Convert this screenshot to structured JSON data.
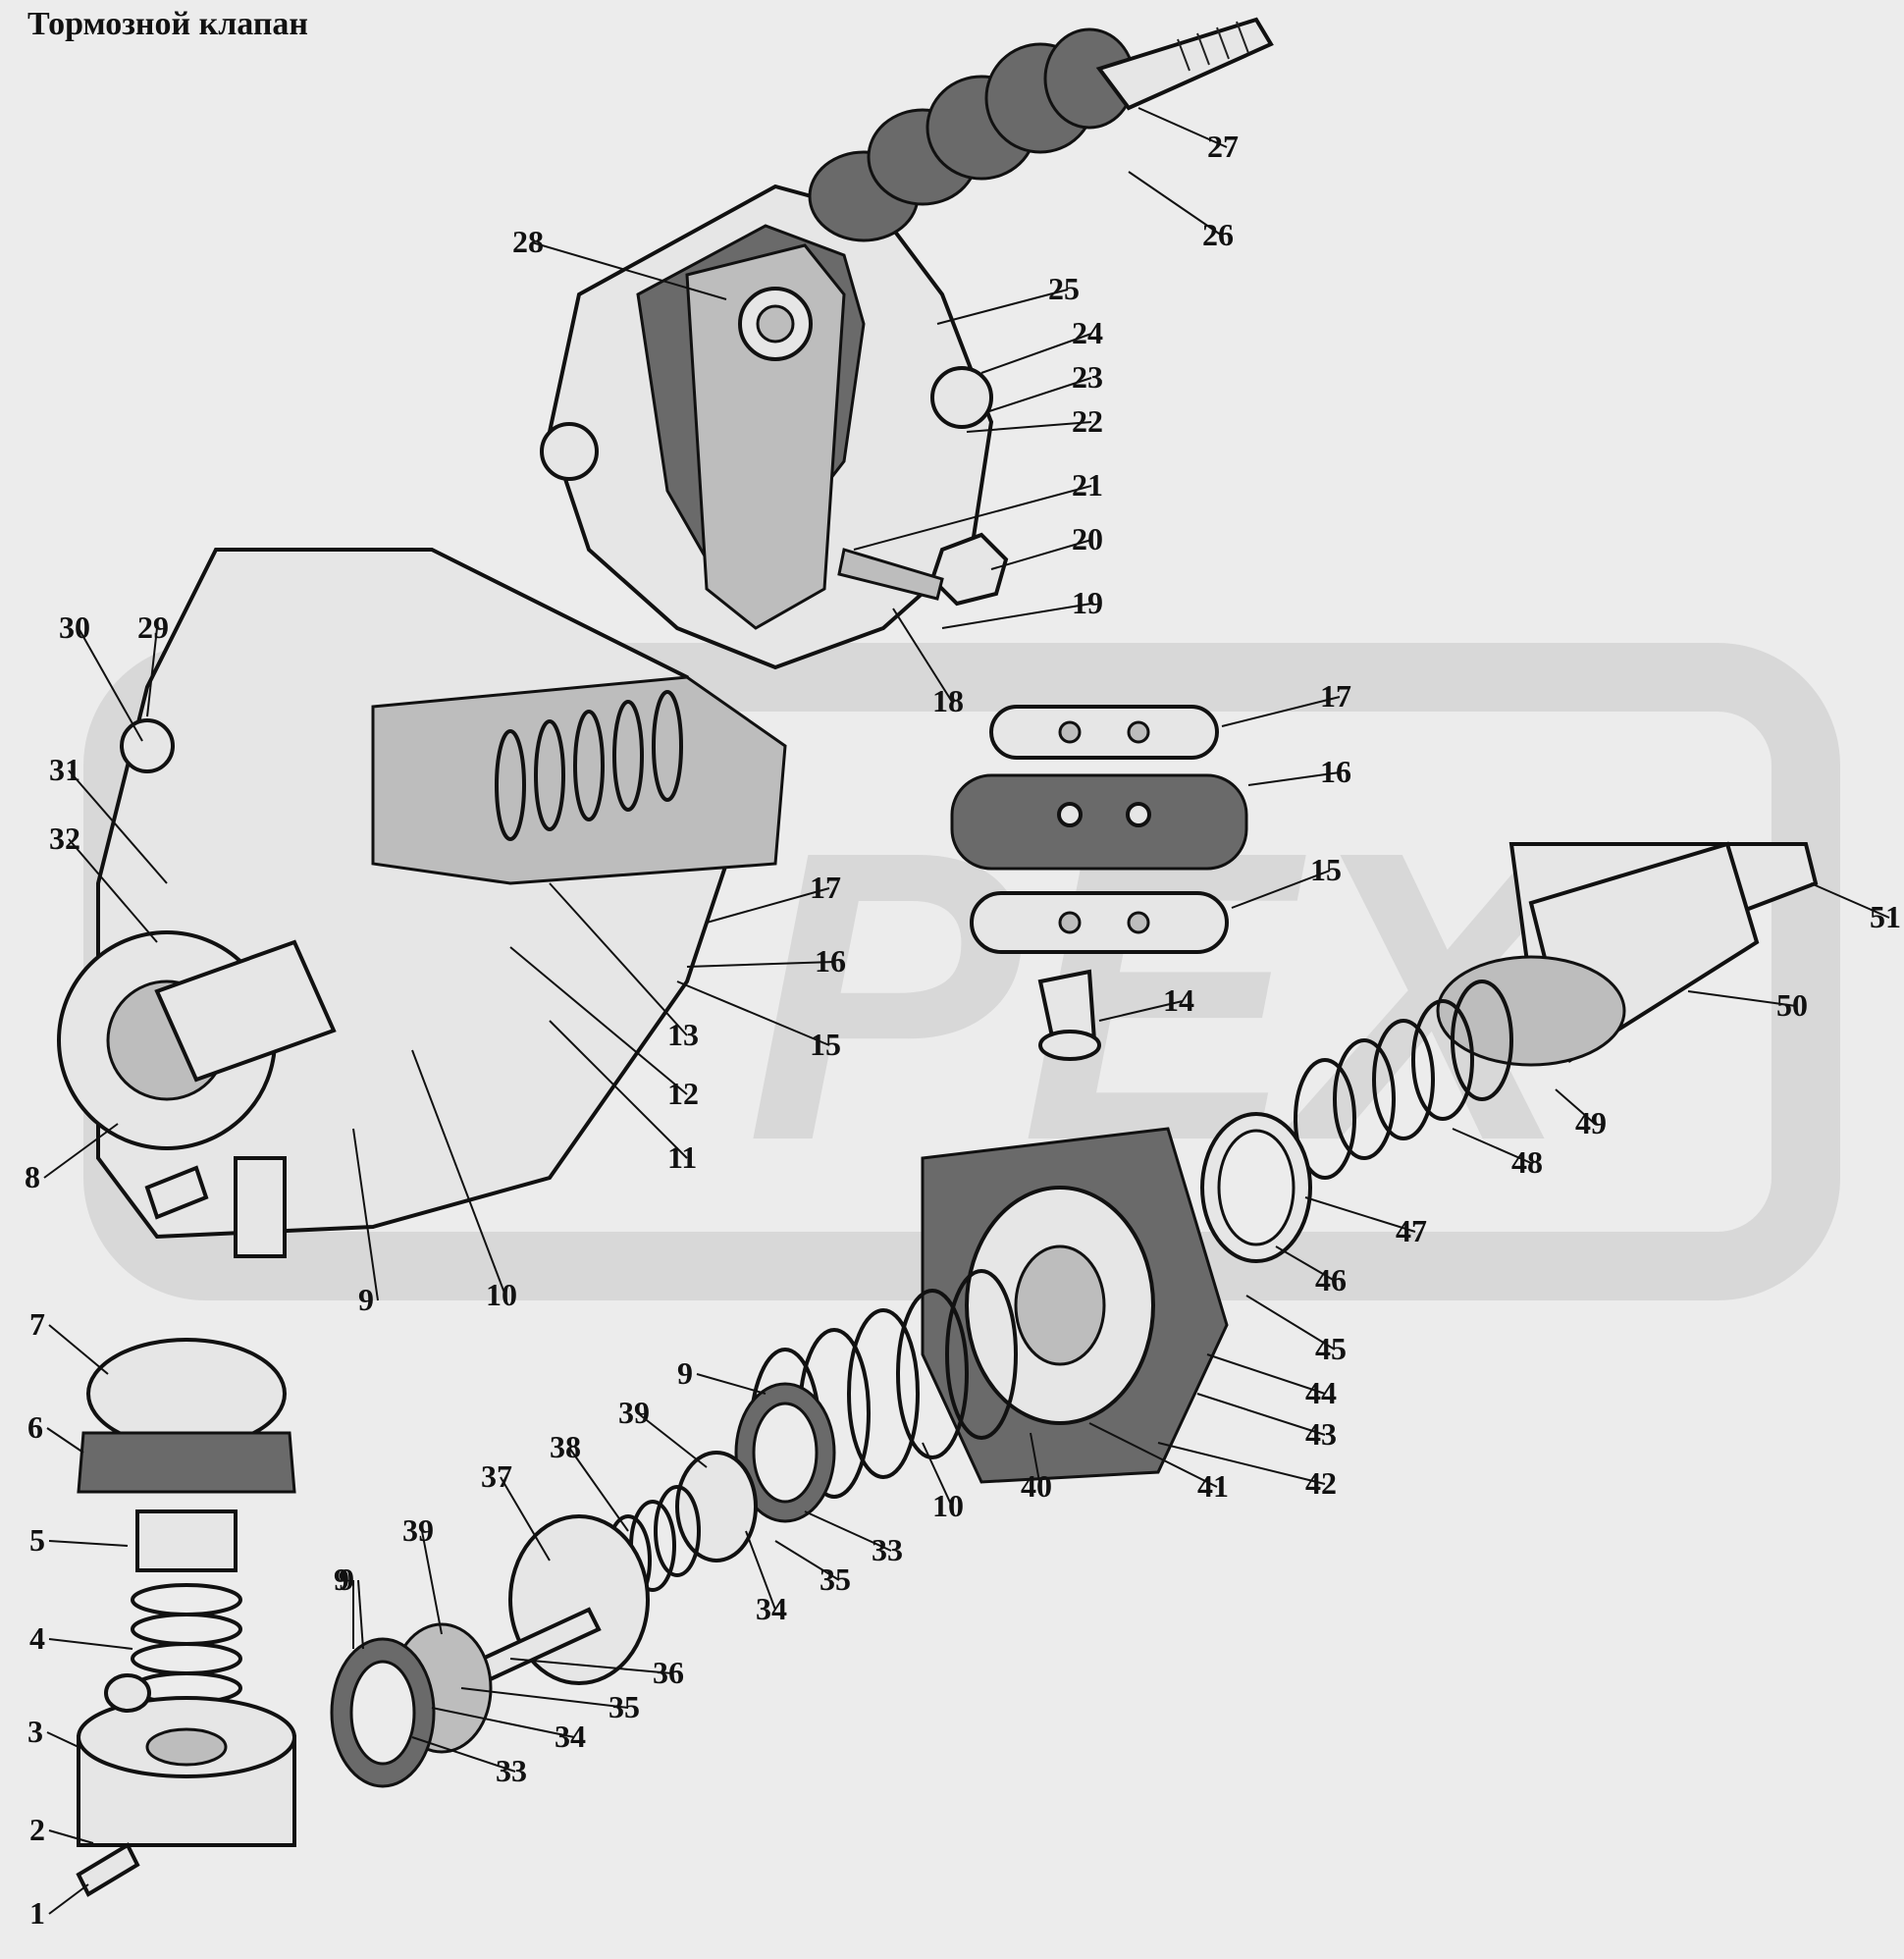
{
  "title": "Тормозной клапан",
  "watermark": "РЕХ",
  "colors": {
    "background": "#ececec",
    "ink": "#111111",
    "watermark": "#cfcfcf"
  },
  "callouts": [
    {
      "id": "c1",
      "label": "1"
    },
    {
      "id": "c2",
      "label": "2"
    },
    {
      "id": "c3",
      "label": "3"
    },
    {
      "id": "c4",
      "label": "4"
    },
    {
      "id": "c5",
      "label": "5"
    },
    {
      "id": "c6",
      "label": "6"
    },
    {
      "id": "c7",
      "label": "7"
    },
    {
      "id": "c8",
      "label": "8"
    },
    {
      "id": "c9a",
      "label": "9"
    },
    {
      "id": "c10a",
      "label": "10"
    },
    {
      "id": "c11",
      "label": "11"
    },
    {
      "id": "c12",
      "label": "12"
    },
    {
      "id": "c13",
      "label": "13"
    },
    {
      "id": "c15a",
      "label": "15"
    },
    {
      "id": "c16a",
      "label": "16"
    },
    {
      "id": "c17a",
      "label": "17"
    },
    {
      "id": "c18",
      "label": "18"
    },
    {
      "id": "c19",
      "label": "19"
    },
    {
      "id": "c20",
      "label": "20"
    },
    {
      "id": "c21",
      "label": "21"
    },
    {
      "id": "c22",
      "label": "22"
    },
    {
      "id": "c23",
      "label": "23"
    },
    {
      "id": "c24",
      "label": "24"
    },
    {
      "id": "c25",
      "label": "25"
    },
    {
      "id": "c26",
      "label": "26"
    },
    {
      "id": "c27",
      "label": "27"
    },
    {
      "id": "c28",
      "label": "28"
    },
    {
      "id": "c29",
      "label": "29"
    },
    {
      "id": "c30",
      "label": "30"
    },
    {
      "id": "c31",
      "label": "31"
    },
    {
      "id": "c32",
      "label": "32"
    },
    {
      "id": "c17b",
      "label": "17"
    },
    {
      "id": "c16b",
      "label": "16"
    },
    {
      "id": "c15b",
      "label": "15"
    },
    {
      "id": "c14",
      "label": "14"
    },
    {
      "id": "c51",
      "label": "51"
    },
    {
      "id": "c50",
      "label": "50"
    },
    {
      "id": "c49",
      "label": "49"
    },
    {
      "id": "c48",
      "label": "48"
    },
    {
      "id": "c47",
      "label": "47"
    },
    {
      "id": "c46",
      "label": "46"
    },
    {
      "id": "c45",
      "label": "45"
    },
    {
      "id": "c44",
      "label": "44"
    },
    {
      "id": "c43",
      "label": "43"
    },
    {
      "id": "c42",
      "label": "42"
    },
    {
      "id": "c41",
      "label": "41"
    },
    {
      "id": "c40",
      "label": "40"
    },
    {
      "id": "c10b",
      "label": "10"
    },
    {
      "id": "c33a",
      "label": "33"
    },
    {
      "id": "c9b",
      "label": "9"
    },
    {
      "id": "c35a",
      "label": "35"
    },
    {
      "id": "c34a",
      "label": "34"
    },
    {
      "id": "c39a",
      "label": "39"
    },
    {
      "id": "c38",
      "label": "38"
    },
    {
      "id": "c37",
      "label": "37"
    },
    {
      "id": "c36",
      "label": "36"
    },
    {
      "id": "c39b",
      "label": "39"
    },
    {
      "id": "c9c",
      "label": "9"
    },
    {
      "id": "c35b",
      "label": "35"
    },
    {
      "id": "c34b",
      "label": "34"
    },
    {
      "id": "c33b",
      "label": "33"
    },
    {
      "id": "c9d",
      "label": "9"
    }
  ]
}
